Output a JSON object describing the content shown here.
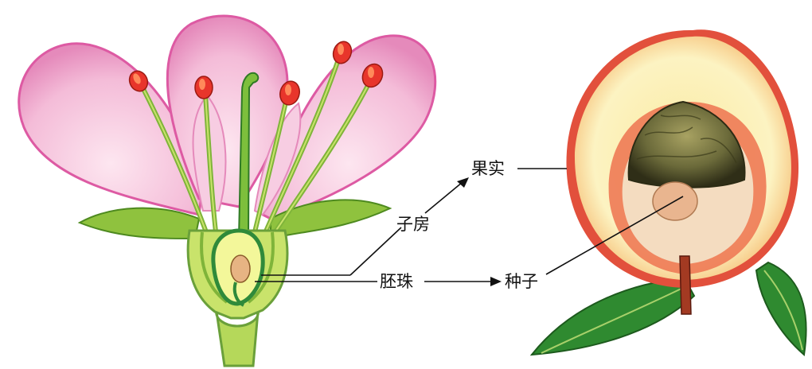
{
  "labels": {
    "fruit": "果实",
    "ovary": "子房",
    "ovule": "胚珠",
    "seed": "种子"
  },
  "colors": {
    "petal": "#f4bcd8",
    "petal_edge": "#dd5aa3",
    "sepal": "#8fc23e",
    "stamen_tip": "#e8352b",
    "receptacle": "#c9e36b",
    "ovary_wall": "#2f8a3a",
    "ovule": "#e7b483",
    "fruit_flesh": "#fbf0b0",
    "fruit_skin": "#e2503c",
    "pit": "#6b6a3a",
    "leaf": "#2f8a30"
  }
}
